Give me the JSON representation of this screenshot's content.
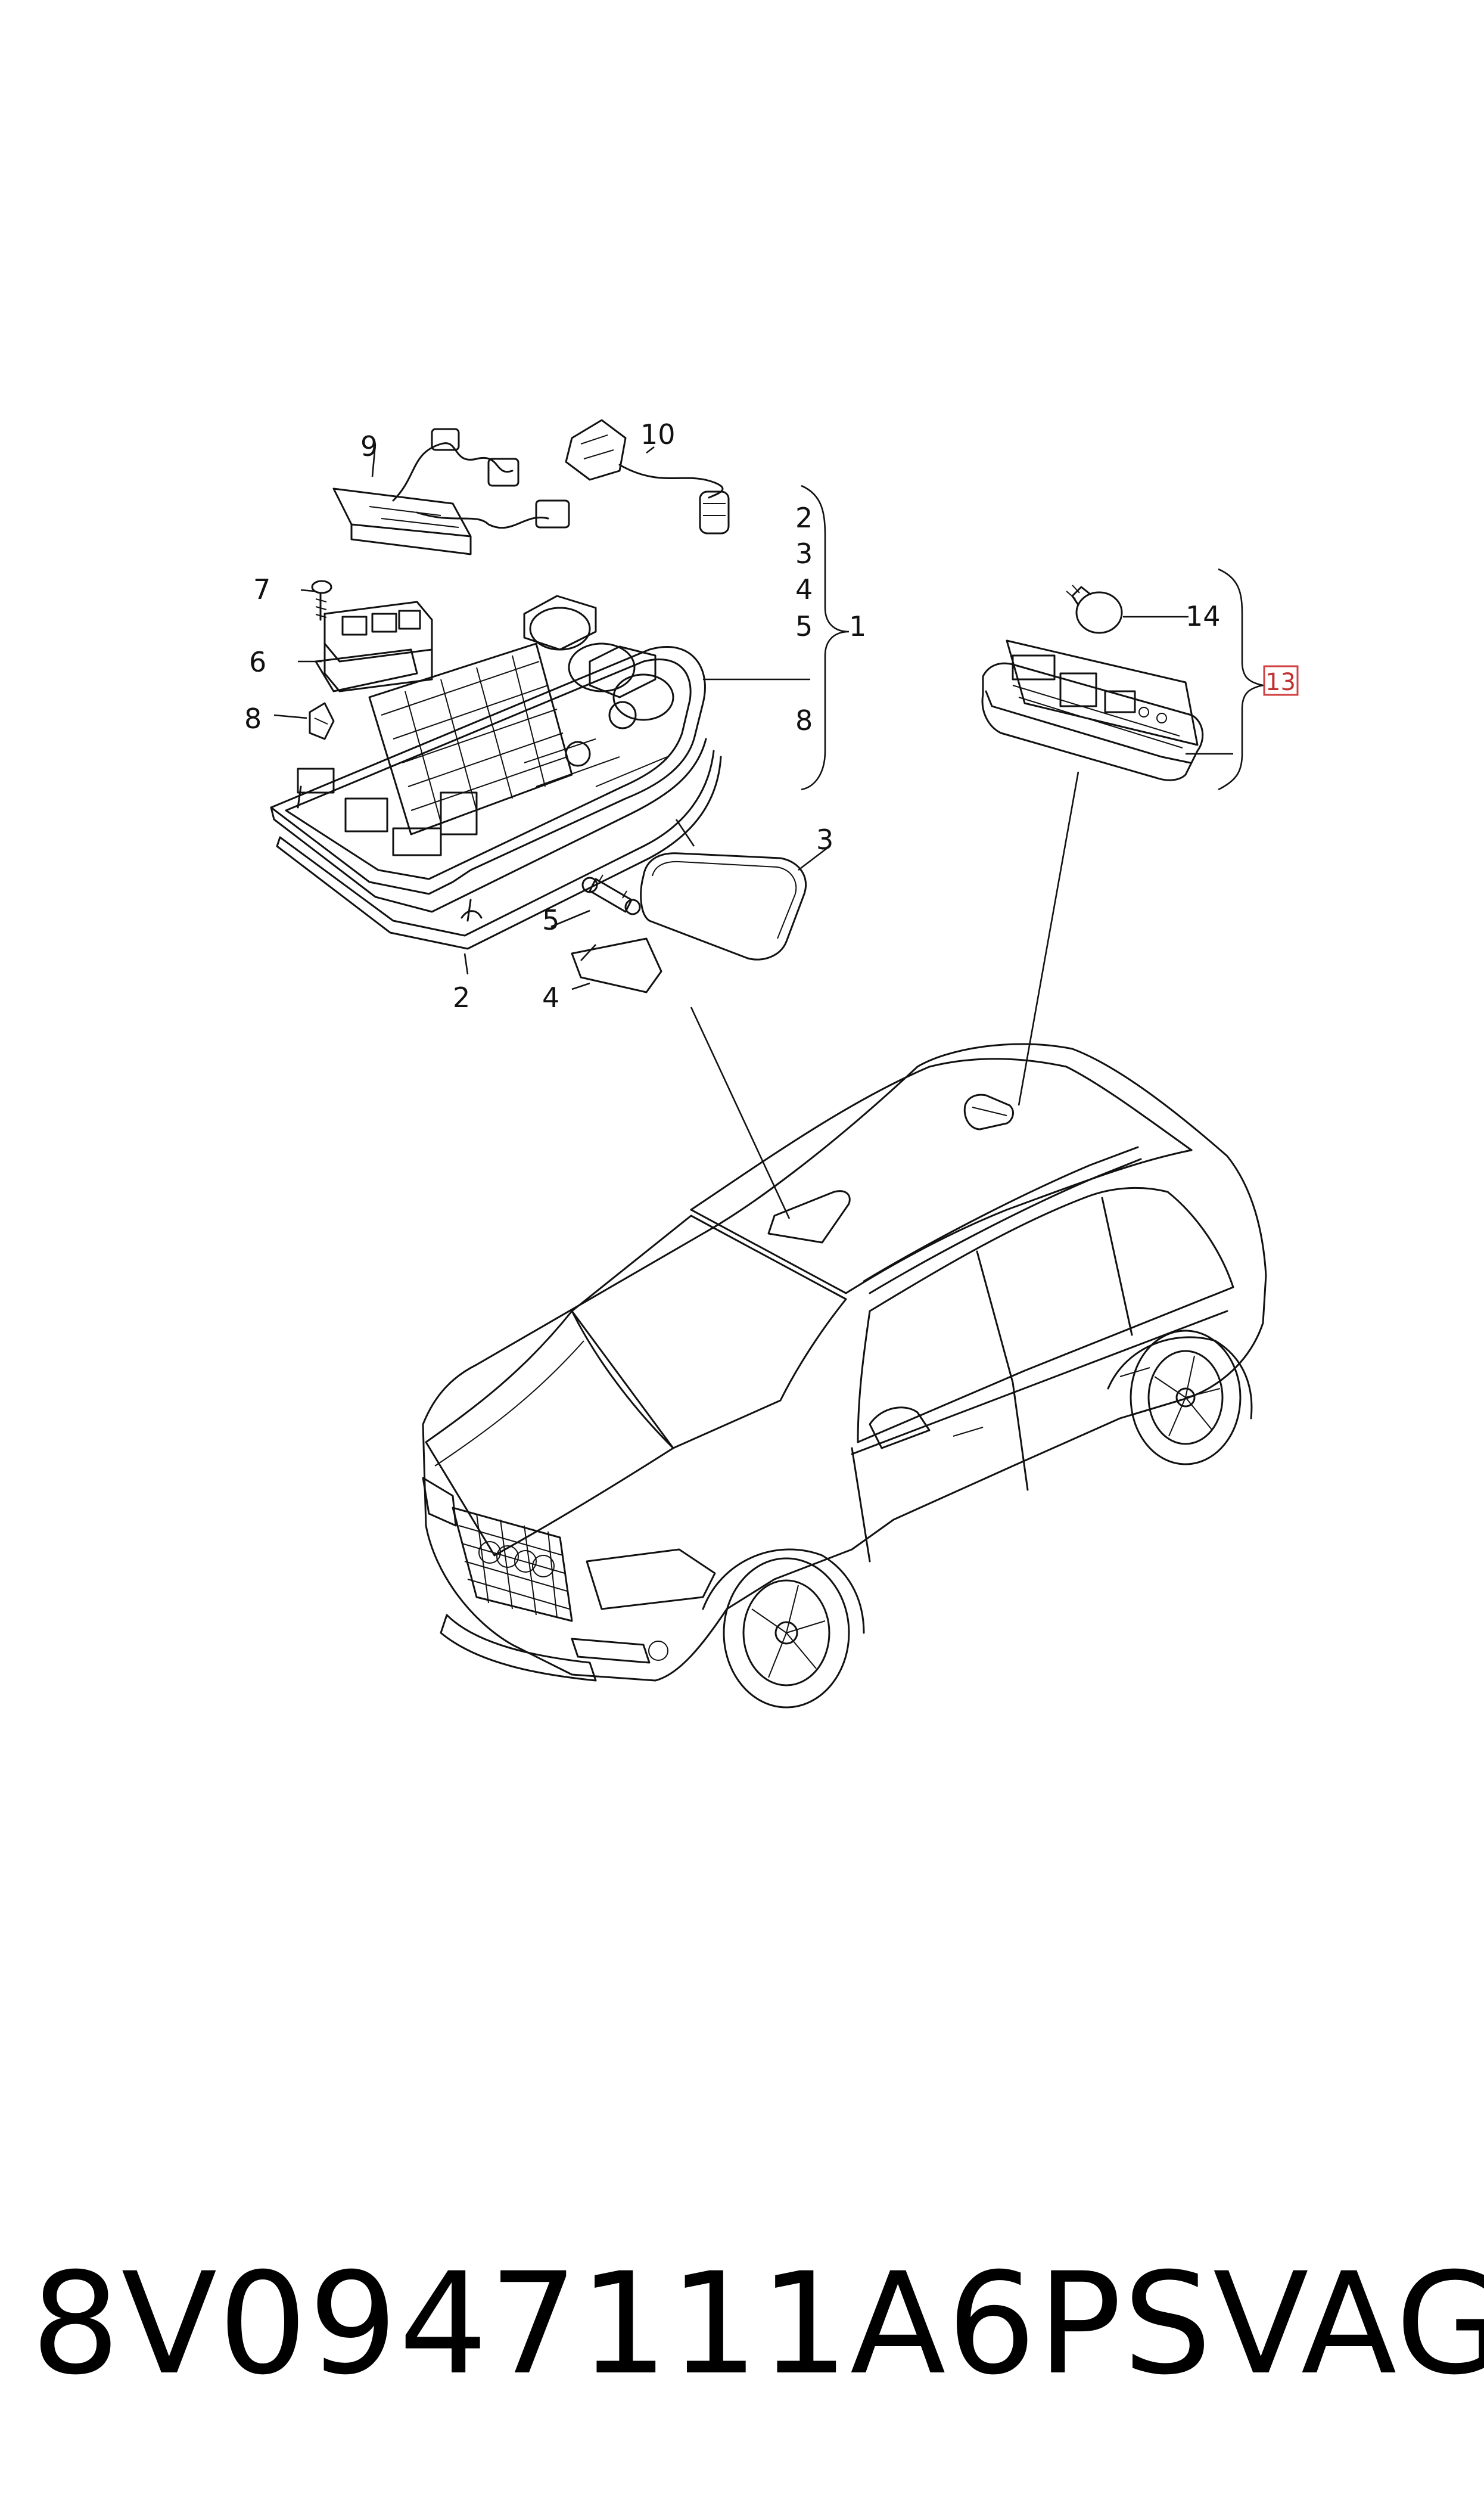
{
  "diagram": {
    "callouts": {
      "c1": "1",
      "c2_bracket": "2",
      "c3_bracket": "3",
      "c4_bracket": "4",
      "c5_bracket": "5",
      "c8_bracket": "8",
      "c2": "2",
      "c3": "3",
      "c4": "4",
      "c5": "5",
      "c6": "6",
      "c7": "7",
      "c8": "8",
      "c9": "9",
      "c10": "10",
      "c13": "13",
      "c14": "14"
    }
  },
  "caption": {
    "part_number": "8V0947111A6PS",
    "brand": "VAG"
  }
}
